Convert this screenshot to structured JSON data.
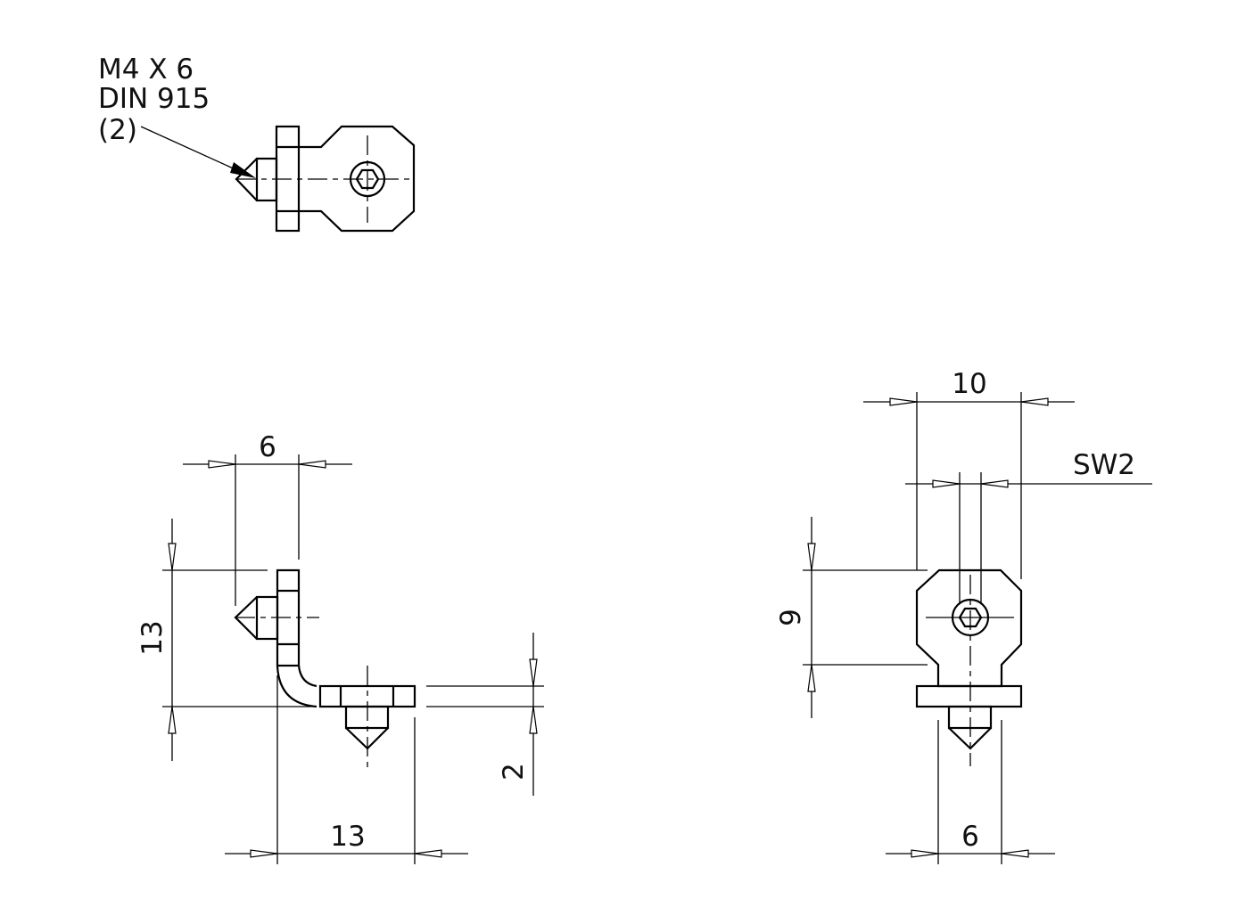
{
  "callout": {
    "line1": "M4 X 6",
    "line2": "DIN 915",
    "line3": "(2)"
  },
  "side_view": {
    "dim_screw_offset": "6",
    "dim_height": "13",
    "dim_width": "13",
    "dim_thickness": "2"
  },
  "front_view": {
    "dim_width": "10",
    "dim_wrench": "SW2",
    "dim_height": "9",
    "dim_foot": "6"
  }
}
